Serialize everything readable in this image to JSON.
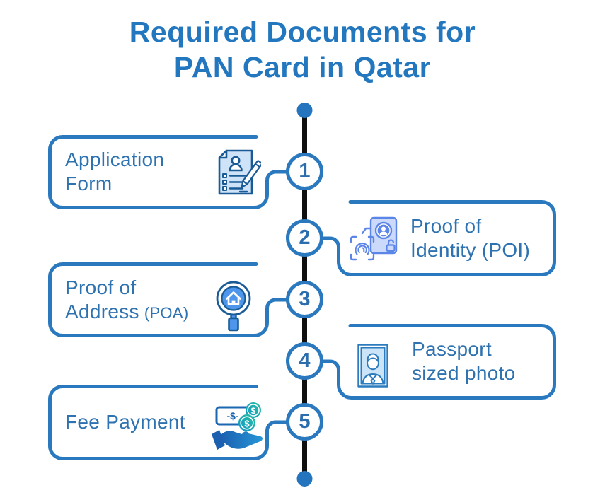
{
  "title": {
    "line1": "Required Documents for",
    "line2": "PAN Card in Qatar"
  },
  "steps": [
    {
      "number": "1",
      "side": "left",
      "icon": "application-form-icon",
      "line1": "Application",
      "line2": "Form",
      "line2_suffix": ""
    },
    {
      "number": "2",
      "side": "right",
      "icon": "proof-of-identity-icon",
      "line1": "Proof of",
      "line2": "Identity (POI)",
      "line2_suffix": ""
    },
    {
      "number": "3",
      "side": "left",
      "icon": "proof-of-address-icon",
      "line1": "Proof of",
      "line2": "Address",
      "line2_suffix": "(POA)"
    },
    {
      "number": "4",
      "side": "right",
      "icon": "passport-photo-icon",
      "line1": "Passport",
      "line2": "sized photo",
      "line2_suffix": ""
    },
    {
      "number": "5",
      "side": "left",
      "icon": "fee-payment-icon",
      "line1": "Fee Payment",
      "line2": "",
      "line2_suffix": "",
      "icon_note_text": "-$-",
      "icon_coin_text": "$"
    }
  ],
  "colors": {
    "title": "#2377BE",
    "box_border": "#2A79BE",
    "box_text": "#2E72B0",
    "step_number": "#2B6DAD",
    "timeline_line": "#0F0F0F",
    "timeline_dot": "#2475BD",
    "icon_dark_stroke": "#1A5B96",
    "icon_light_fill": "#CFE3F8",
    "poi_stroke": "#5C85E8",
    "poi_fill": "#CBD9FA",
    "lens_blue": "#4D96EC",
    "photo_fill": "#CBE4F7",
    "coin_teal": "#16A7CE",
    "hand_blue": "#1C67B2"
  }
}
